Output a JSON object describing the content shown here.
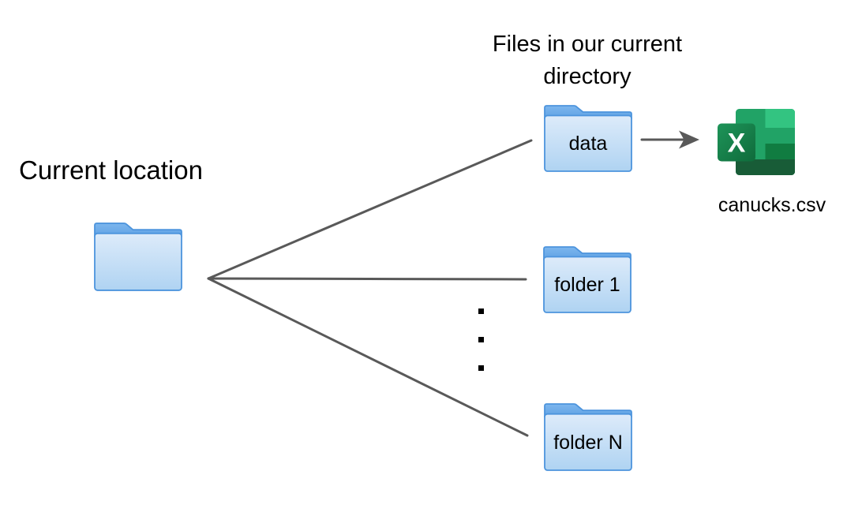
{
  "title": "Files in our current directory",
  "current_location": {
    "label": "Current location"
  },
  "folders": [
    {
      "label": "data"
    },
    {
      "label": "folder 1"
    },
    {
      "label": "folder N"
    }
  ],
  "file": {
    "label": "canucks.csv",
    "icon": "excel-file-icon",
    "icon_letter": "X"
  },
  "ellipsis": {
    "dot_count": 3
  },
  "colors": {
    "line": "#595959",
    "text": "#000000",
    "folder-border": "#4C94DD",
    "folder-top-1": "#7DB6EE",
    "folder-top-2": "#5FA2E4",
    "folder-body-1": "#DDEBFA",
    "folder-body-2": "#AFD3F2",
    "excel-green": "#21A366",
    "excel-green-light": "#33C481",
    "excel-green-mid": "#107C41",
    "excel-green-dark": "#185C37",
    "excel-badge-1": "#1E9459",
    "excel-badge-2": "#0F6B3B"
  }
}
